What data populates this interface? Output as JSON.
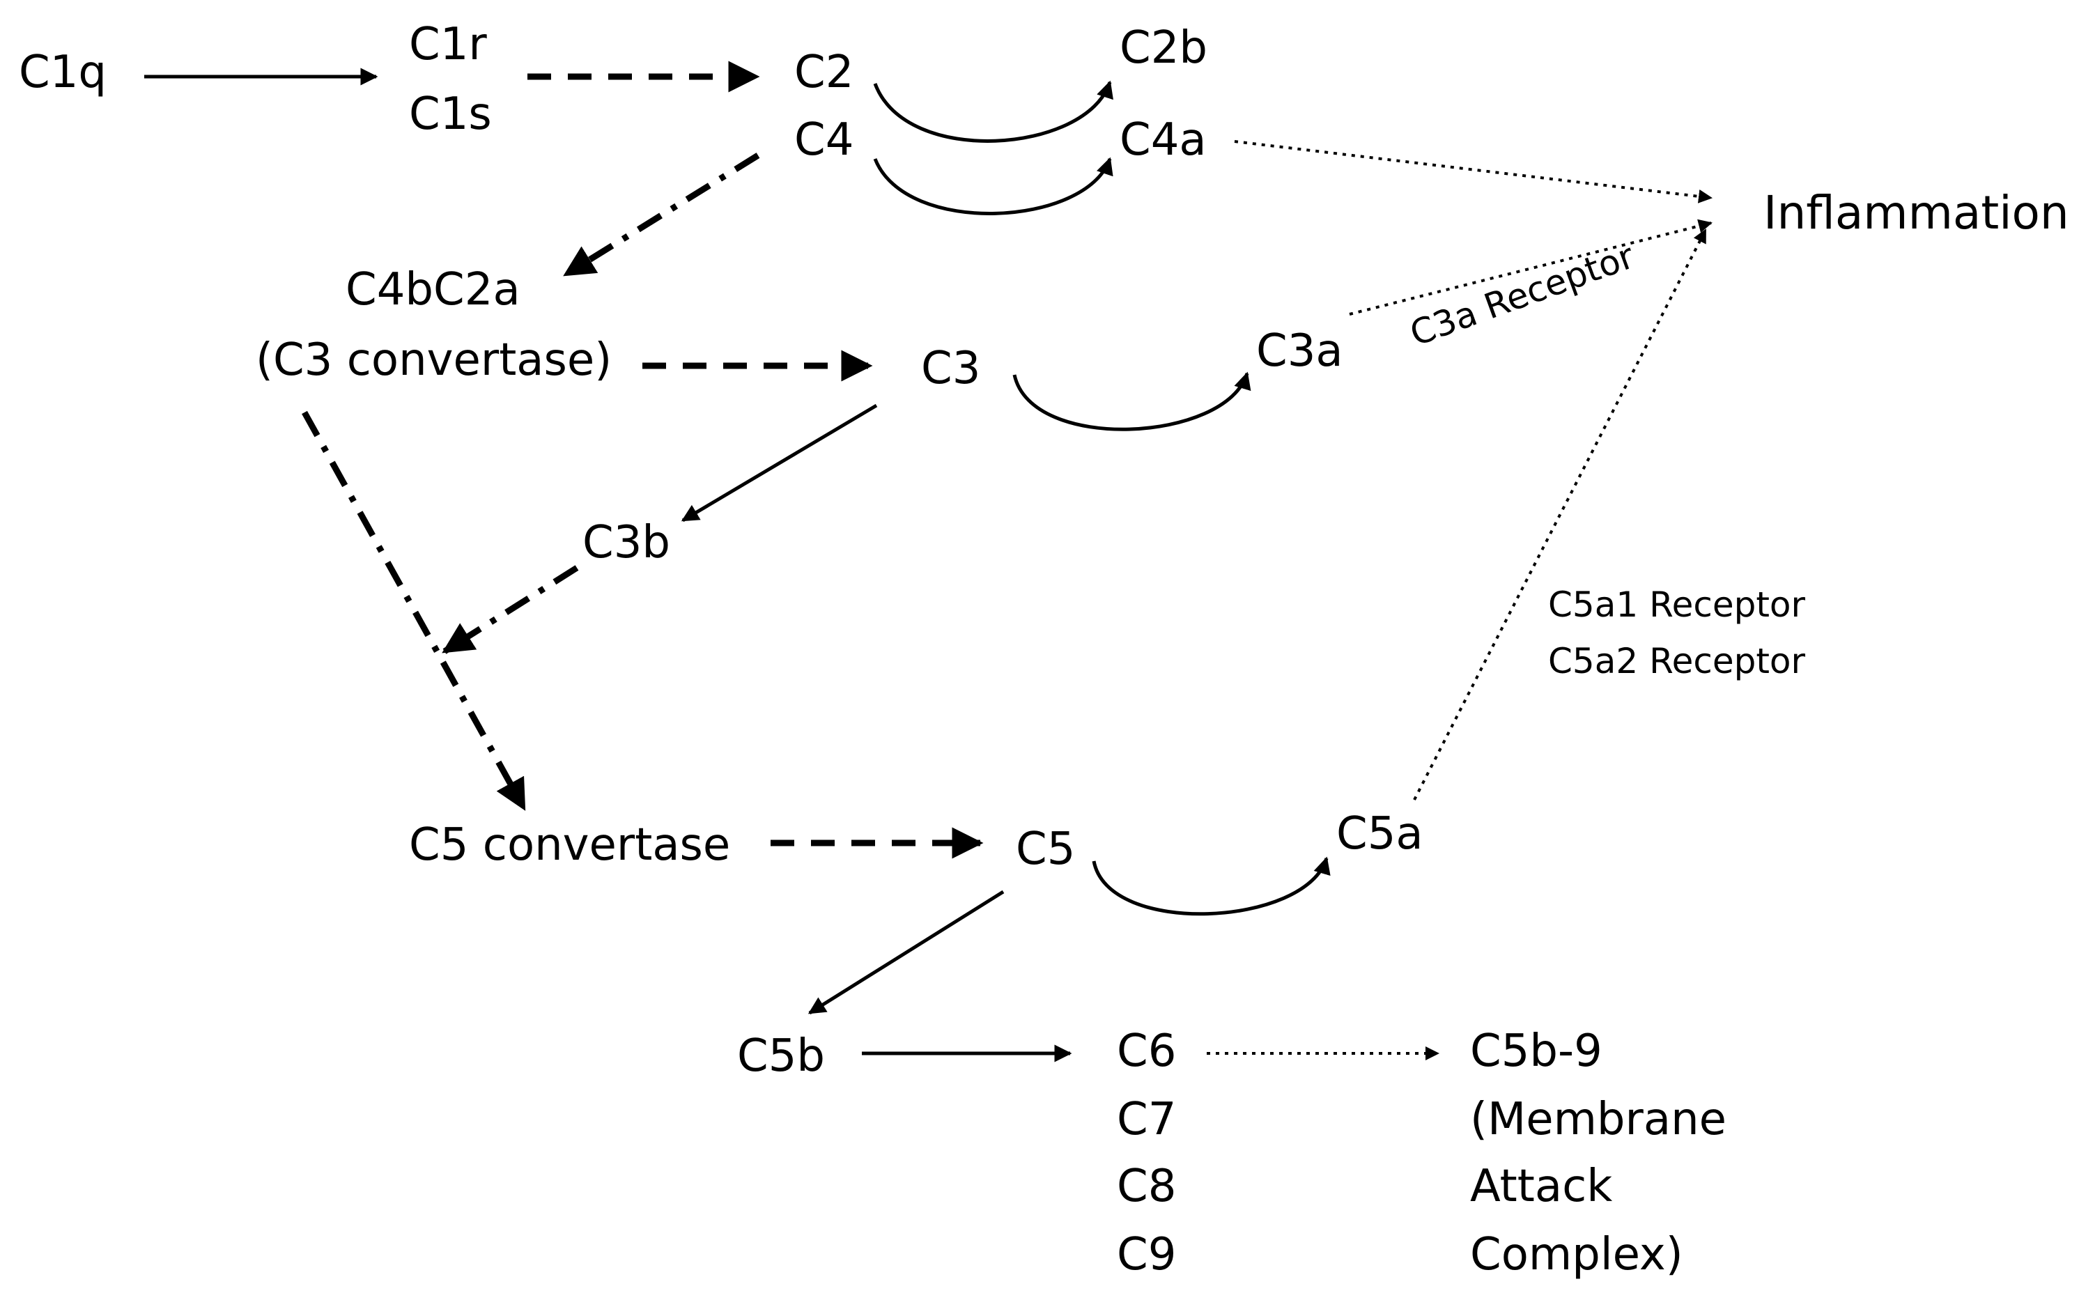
{
  "nodes": {
    "c1q": "C1q",
    "c1r": "C1r",
    "c1s": "C1s",
    "c2": "C2",
    "c4": "C4",
    "c2b": "C2b",
    "c4a": "C4a",
    "inflammation": "Inflammation",
    "c4bc2a": "C4bC2a",
    "c3_convertase": "(C3 convertase)",
    "c3": "C3",
    "c3a": "C3a",
    "c3b": "C3b",
    "c5_convertase": "C5 convertase",
    "c5": "C5",
    "c5a": "C5a",
    "c5b": "C5b",
    "c6": "C6",
    "c7": "C7",
    "c8": "C8",
    "c9": "C9",
    "mac_line1": "C5b-9",
    "mac_line2": "(Membrane",
    "mac_line3": "Attack",
    "mac_line4": "Complex)"
  },
  "edge_labels": {
    "c3a_receptor": "C3a Receptor",
    "c5a1_receptor": "C5a1 Receptor",
    "c5a2_receptor": "C5a2 Receptor"
  },
  "colors": {
    "line": "#000000",
    "background": "#ffffff"
  }
}
